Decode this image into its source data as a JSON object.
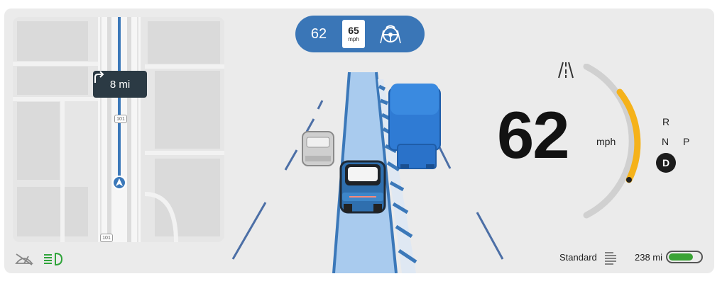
{
  "navigation": {
    "turn_icon": "turn-right-arrow-icon",
    "distance": "8 mi",
    "route_shield": "101"
  },
  "speed_pill": {
    "current_speed": "62",
    "speed_limit": "65",
    "speed_limit_unit": "mph",
    "autopilot_icon": "steering-wheel-driver-icon"
  },
  "speedometer": {
    "speed": "62",
    "unit": "mph",
    "arc_fraction": 0.52
  },
  "gear_selector": {
    "R": "R",
    "N": "N",
    "P": "P",
    "D": "D",
    "active": "D"
  },
  "status_bar": {
    "drive_mode": "Standard",
    "range": "238 mi",
    "battery_level": 0.78,
    "wiper_icon": "windshield-wiper-off-icon",
    "headlight_icon": "headlights-on-icon",
    "headlight_color": "#2fa43a",
    "lanes_icon": "lane-lines-icon"
  },
  "colors": {
    "accent_blue": "#3a76b7",
    "arc_orange": "#f5b21a",
    "lead_truck": "#2f7bd4"
  }
}
